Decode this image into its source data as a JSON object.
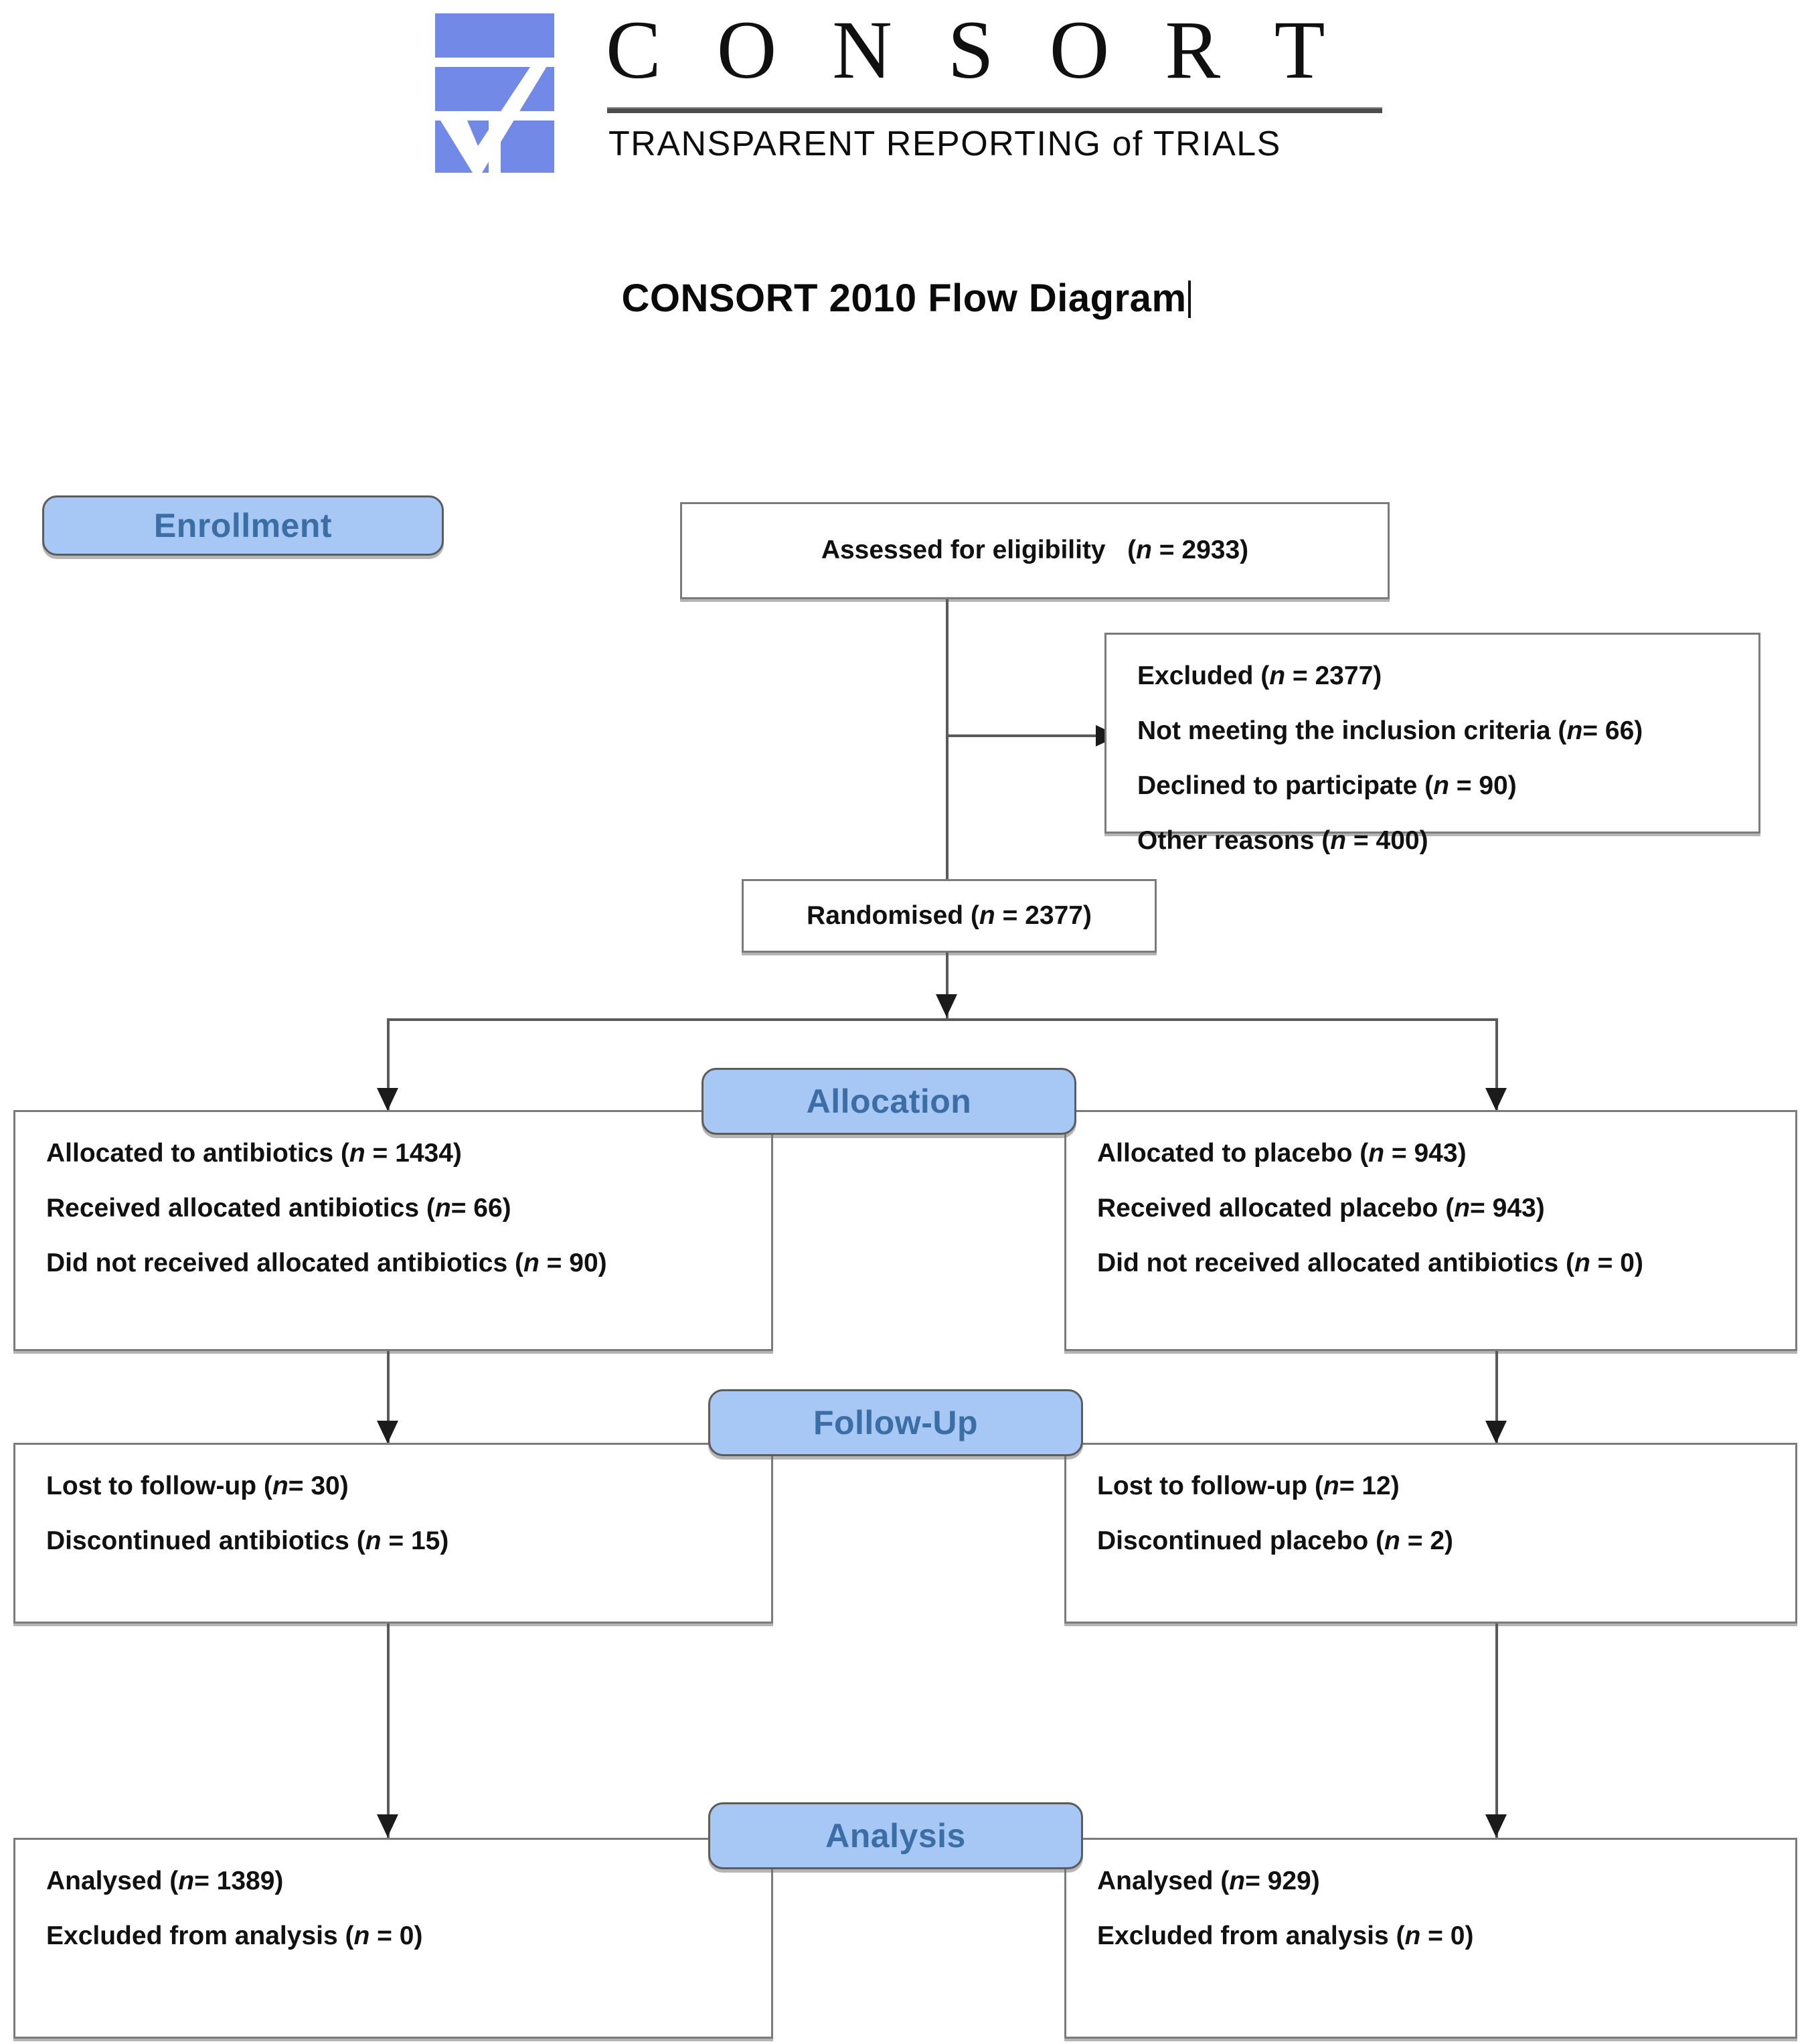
{
  "logo": {
    "wordmark": "C O N S O R T",
    "tagline": "TRANSPARENT REPORTING of TRIALS",
    "mark_color": "#7289e8"
  },
  "title": "CONSORT 2010 Flow Diagram",
  "colors": {
    "stage_fill": "#a7c7f5",
    "stage_text": "#3a6ea5",
    "box_border": "#7b7b7b",
    "connector": "#5a5a5a"
  },
  "stages": {
    "enrollment": "Enrollment",
    "allocation": "Allocation",
    "followup": "Follow-Up",
    "analysis": "Analysis"
  },
  "boxes": {
    "eligibility": {
      "label": "Assessed for eligibility",
      "n_prefix": "(",
      "n_var": "n",
      "n_eq": " = 2933)"
    },
    "excluded": {
      "lines": [
        {
          "text": "Excluded (",
          "var": "n",
          "tail": " = 2377)"
        },
        {
          "text": "Not meeting the inclusion criteria (",
          "var": "n",
          "tail": "= 66)"
        },
        {
          "text": "Declined to participate (",
          "var": "n",
          "tail": " = 90)"
        },
        {
          "text": "Other reasons (",
          "var": "n",
          "tail": " = 400)"
        }
      ]
    },
    "randomised": {
      "text": "Randomised (",
      "var": "n",
      "tail": " = 2377)"
    },
    "alloc_left": {
      "lines": [
        {
          "text": "Allocated to antibiotics (",
          "var": "n",
          "tail": " = 1434)"
        },
        {
          "text": "Received allocated antibiotics (",
          "var": "n",
          "tail": "= 66)"
        },
        {
          "text": "Did not received allocated antibiotics (",
          "var": "n",
          "tail": " = 90)"
        }
      ]
    },
    "alloc_right": {
      "lines": [
        {
          "text": "Allocated to placebo (",
          "var": "n",
          "tail": " = 943)"
        },
        {
          "text": "Received allocated placebo (",
          "var": "n",
          "tail": "= 943)"
        },
        {
          "text": "Did not received allocated antibiotics (",
          "var": "n",
          "tail": " = 0)"
        }
      ]
    },
    "follow_left": {
      "lines": [
        {
          "text": "Lost to follow-up  (",
          "var": "n",
          "tail": "= 30)"
        },
        {
          "text": "Discontinued antibiotics (",
          "var": "n",
          "tail": " = 15)"
        }
      ]
    },
    "follow_right": {
      "lines": [
        {
          "text": "Lost to follow-up  (",
          "var": "n",
          "tail": "= 12)"
        },
        {
          "text": "Discontinued placebo (",
          "var": "n",
          "tail": " = 2)"
        }
      ]
    },
    "analysis_left": {
      "lines": [
        {
          "text": "Analysed (",
          "var": "n",
          "tail": "= 1389)"
        },
        {
          "text": "Excluded from analysis (",
          "var": "n",
          "tail": " = 0)"
        }
      ]
    },
    "analysis_right": {
      "lines": [
        {
          "text": "Analysed (",
          "var": "n",
          "tail": "= 929)"
        },
        {
          "text": "Excluded from analysis (",
          "var": "n",
          "tail": " = 0)"
        }
      ]
    }
  },
  "chart_data": {
    "type": "diagram",
    "title": "CONSORT 2010 Flow Diagram",
    "nodes": [
      {
        "id": "eligibility",
        "stage": "Enrollment",
        "label": "Assessed for eligibility",
        "n": 2933
      },
      {
        "id": "excluded",
        "stage": "Enrollment",
        "label": "Excluded",
        "n": 2377,
        "reasons": [
          {
            "label": "Not meeting the inclusion criteria",
            "n": 66
          },
          {
            "label": "Declined to participate",
            "n": 90
          },
          {
            "label": "Other reasons",
            "n": 400
          }
        ]
      },
      {
        "id": "randomised",
        "stage": "Enrollment",
        "label": "Randomised",
        "n": 2377
      },
      {
        "id": "alloc_left",
        "stage": "Allocation",
        "arm": "antibiotics",
        "allocated": 1434,
        "received": 66,
        "did_not_receive": 90
      },
      {
        "id": "alloc_right",
        "stage": "Allocation",
        "arm": "placebo",
        "allocated": 943,
        "received": 943,
        "did_not_receive": 0
      },
      {
        "id": "follow_left",
        "stage": "Follow-Up",
        "arm": "antibiotics",
        "lost_to_followup": 30,
        "discontinued": 15
      },
      {
        "id": "follow_right",
        "stage": "Follow-Up",
        "arm": "placebo",
        "lost_to_followup": 12,
        "discontinued": 2
      },
      {
        "id": "analysis_left",
        "stage": "Analysis",
        "arm": "antibiotics",
        "analysed": 1389,
        "excluded_from_analysis": 0
      },
      {
        "id": "analysis_right",
        "stage": "Analysis",
        "arm": "placebo",
        "analysed": 929,
        "excluded_from_analysis": 0
      }
    ],
    "edges": [
      {
        "from": "eligibility",
        "to": "excluded"
      },
      {
        "from": "eligibility",
        "to": "randomised"
      },
      {
        "from": "randomised",
        "to": "alloc_left"
      },
      {
        "from": "randomised",
        "to": "alloc_right"
      },
      {
        "from": "alloc_left",
        "to": "follow_left"
      },
      {
        "from": "alloc_right",
        "to": "follow_right"
      },
      {
        "from": "follow_left",
        "to": "analysis_left"
      },
      {
        "from": "follow_right",
        "to": "analysis_right"
      }
    ]
  }
}
